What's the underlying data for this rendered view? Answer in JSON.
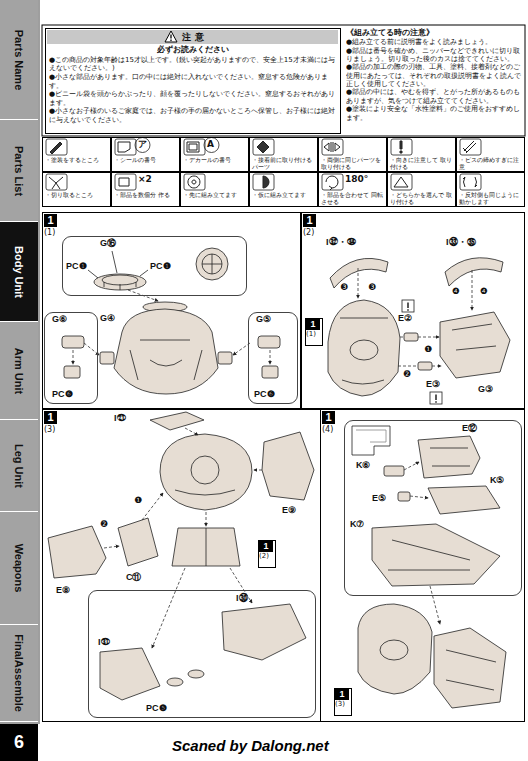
{
  "diagram": {
    "nodes": [
      {
        "text": [
          "Parts Name"
        ]
      },
      {
        "text": [
          "Parts List"
        ]
      },
      {
        "text": [
          "Body Unit"
        ]
      },
      {
        "text": [
          "Arm Unit"
        ]
      },
      {
        "text": [
          "Leg Unit"
        ]
      },
      {
        "text": [
          "Weapons"
        ]
      },
      {
        "text": [
          "FinalAssemble"
        ]
      },
      {
        "text": [
          "注 意",
          "必ずお読みください",
          "●この商品の対象年齢は15才以上です。(鋭い突起がありますので、安全上15才未満には与えないでください。)",
          "●小さな部品があります。口の中には絶対に入れないでください。窒息する危険があります。",
          "●ビニール袋を頭からかぶったり、顔を覆ったりしないでください。窒息するおそれがあります。",
          "●小さなお子様のいるご家庭では、お子様の手の届かないところへ保管し、お子様には絶対に与えないでください。"
        ]
      },
      {
        "text": [
          "・塗装をするところ"
        ]
      },
      {
        "text": [
          "ア",
          "・シールの番号"
        ]
      },
      {
        "text": [
          "A",
          "・デカールの番号"
        ]
      },
      {
        "text": [
          "・接着前に取り付ける パーツ"
        ]
      },
      {
        "text": [
          "・両側に同じパーツを 取り付ける"
        ]
      },
      {
        "text": [
          "・向きに注意して 取り付ける"
        ]
      },
      {
        "text": [
          "・ビスの締めすぎに注意"
        ]
      },
      {
        "text": [
          "・切り取るところ"
        ]
      },
      {
        "text": [
          "×2",
          "・部品を数個分 作る"
        ]
      },
      {
        "text": [
          "・先に組み立てます"
        ]
      },
      {
        "text": [
          "・仮に組み立てます"
        ]
      },
      {
        "text": [
          "180°",
          "・部品を合わせて 回転させる"
        ]
      },
      {
        "text": [
          "・どちらかを選んで 取り付ける"
        ]
      },
      {
        "text": [
          "・反対側も同じように 動かします"
        ]
      },
      {
        "text": [
          "1",
          "(1)"
        ]
      },
      {
        "text": [
          "G⑯",
          "PC❶",
          "PC❶"
        ],
        "in": 22
      },
      {
        "text": [
          "G⑥",
          "PC❻"
        ],
        "in": 22
      },
      {
        "text": [
          "G⑤",
          "PC❻"
        ],
        "in": 22
      },
      {
        "text": [
          "1",
          "(2)"
        ]
      },
      {
        "text": [
          "1",
          "(1)"
        ],
        "in": 26
      },
      {
        "text": [
          "1",
          "(3)"
        ]
      },
      {
        "text": [
          "1",
          "(2)"
        ],
        "in": 28
      },
      {
        "text": [
          "I㉚",
          "I㉛",
          "PC❺"
        ],
        "in": 28
      },
      {
        "text": [
          "1",
          "(4)"
        ]
      },
      {
        "text": [
          "K⑥",
          "E⑫",
          "E⑤",
          "K⑤",
          "K⑦"
        ],
        "in": 31
      },
      {
        "text": [
          "1",
          "(3)"
        ],
        "in": 31
      }
    ],
    "labels": [
      "《組み立てる時の注意》",
      "●組み立てる前に説明書をよく読みましょう。",
      "●部品は番号を確かめ、ニッパーなどできれいに切り取りましょう。切り取った後のカスは捨ててください。",
      "●部品の加工の際の刃物、工具、塗料、接着剤などのご使用にあたっては、それぞれの取扱説明書をよく読んで正しく使用してください。",
      "●部品の中には、やむを得ず、とがった所があるものもありますが、気をつけて組み立ててください。",
      "●塗装により安全な「水性塗料」のご使用をおすすめします。",
      "G④",
      "I㉜・㉞",
      "I㉝・㉟",
      "❸",
      "❸",
      "❹",
      "❹",
      "❶",
      "❷",
      "E②",
      "E③",
      "G③",
      "I㉑",
      "❷",
      "❶",
      "E⑨",
      "E⑧",
      "C⑪",
      "6",
      "Scaned by Dalong.net"
    ]
  }
}
